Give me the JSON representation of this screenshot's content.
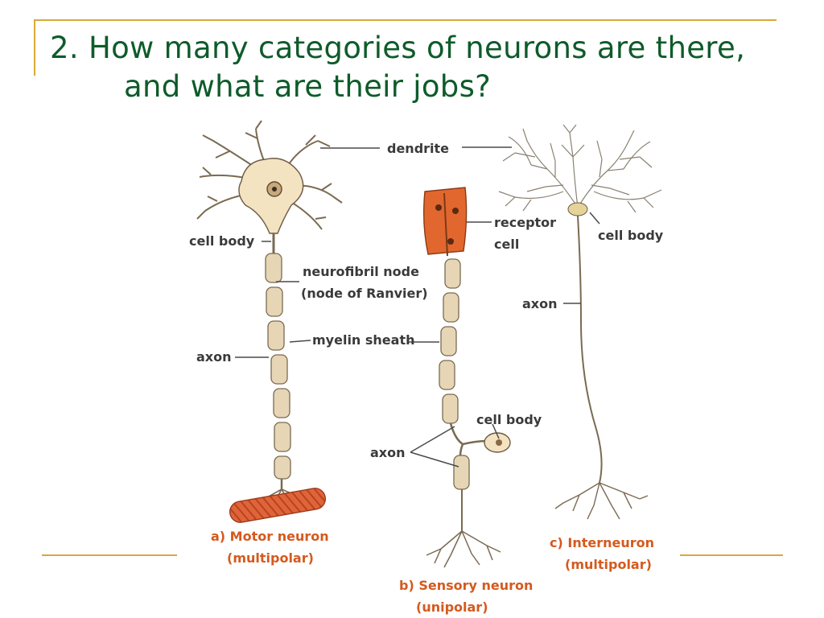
{
  "title": {
    "line1": "2. How many categories of neurons are there,",
    "line2": "and what are their jobs?"
  },
  "labels": {
    "dendrite": "dendrite",
    "cell_body_a": "cell body",
    "neurofibril_node": "neurofibril node",
    "node_of_ranvier": "(node of Ranvier)",
    "myelin_sheath": "myelin sheath",
    "axon_a": "axon",
    "receptor": "receptor",
    "cell": "cell",
    "cell_body_b": "cell body",
    "axon_b": "axon",
    "cell_body_c": "cell body",
    "axon_c": "axon"
  },
  "captions": {
    "motor_1": "a) Motor neuron",
    "motor_2": "(multipolar)",
    "sensory_1": "b) Sensory neuron",
    "sensory_2": "(unipolar)",
    "inter_1": "c) Interneuron",
    "inter_2": "(multipolar)"
  },
  "colors": {
    "title": "#0e5b2a",
    "frame": "#d9a93a",
    "caption": "#d45a1e",
    "neuron_fill": "#f4e3c0",
    "muscle": "#e0643a",
    "receptor": "#e2672e"
  }
}
